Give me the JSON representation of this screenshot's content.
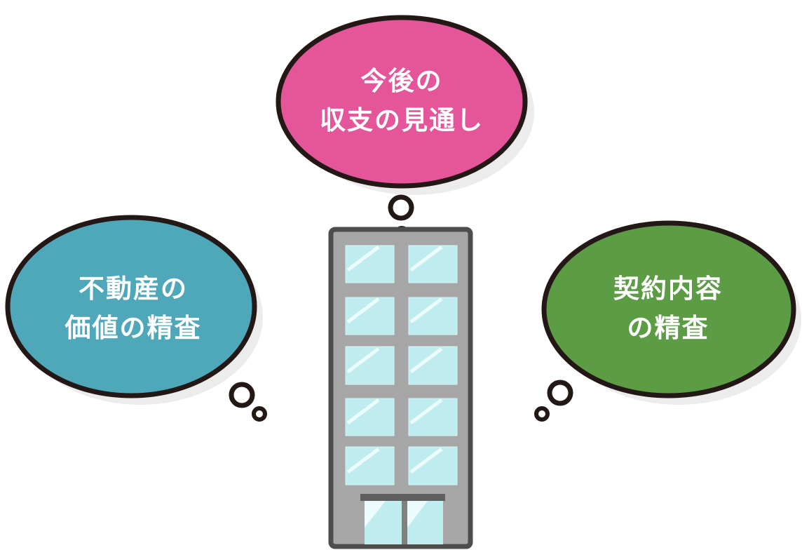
{
  "bubbles": {
    "outlook": {
      "line1": "今後の",
      "line2": "収支の見通し",
      "color": "#e4559a"
    },
    "valuation": {
      "line1": "不動産の",
      "line2": "価値の精査",
      "color": "#4fa8ba"
    },
    "contract": {
      "line1": "契約内容",
      "line2": "の精査",
      "color": "#5c9c45"
    }
  },
  "colors": {
    "outline": "#231815",
    "frame": "#4d4d4d",
    "wall": "#a6a6a6",
    "glass": "#bfecee",
    "shadow": "#e6e6e6"
  }
}
